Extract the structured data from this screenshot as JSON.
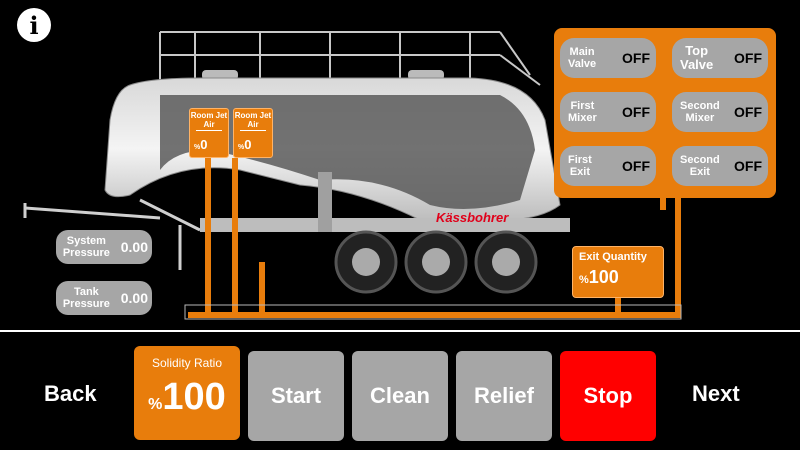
{
  "info_icon": "info-icon",
  "brand": "Kässbohrer",
  "jets": [
    {
      "label_top": "Room Jet",
      "label_bottom": "Air",
      "unit": "%",
      "value": "0"
    },
    {
      "label_top": "Room Jet",
      "label_bottom": "Air",
      "unit": "%",
      "value": "0"
    }
  ],
  "valves": [
    {
      "label_line1": "Main",
      "label_line2": "Valve",
      "state": "OFF"
    },
    {
      "label_line1": "Top",
      "label_line2": "Valve",
      "state": "OFF"
    },
    {
      "label_line1": "First",
      "label_line2": "Mixer",
      "state": "OFF"
    },
    {
      "label_line1": "Second",
      "label_line2": "Mixer",
      "state": "OFF"
    },
    {
      "label_line1": "First",
      "label_line2": "Exit",
      "state": "OFF"
    },
    {
      "label_line1": "Second",
      "label_line2": "Exit",
      "state": "OFF"
    }
  ],
  "exit_quantity": {
    "label": "Exit Quantity",
    "unit": "%",
    "value": "100"
  },
  "system_pressure": {
    "label_line1": "System",
    "label_line2": "Pressure",
    "value": "0.00"
  },
  "tank_pressure": {
    "label_line1": "Tank",
    "label_line2": "Pressure",
    "value": "0.00"
  },
  "solidity": {
    "label": "Solidity Ratio",
    "unit": "%",
    "value": "100"
  },
  "buttons": {
    "back": "Back",
    "start": "Start",
    "clean": "Clean",
    "relief": "Relief",
    "stop": "Stop",
    "next": "Next"
  },
  "colors": {
    "accent": "#e87d0c",
    "neutral": "#a6a6a6",
    "stop": "#ff0000",
    "background": "#000000"
  }
}
